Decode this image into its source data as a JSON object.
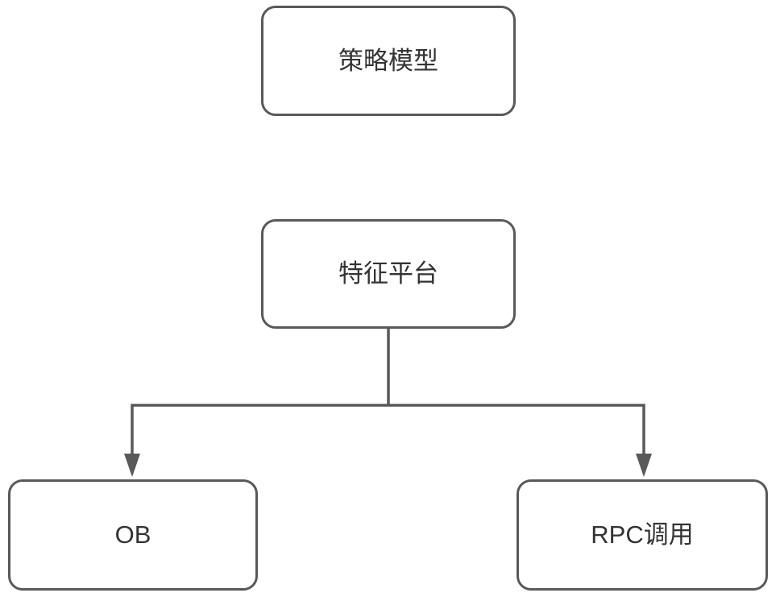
{
  "diagram": {
    "background_color": "#ffffff",
    "stroke_color": "#595959",
    "text_color": "#333333",
    "nodes": [
      {
        "id": "strategy-model",
        "label": "策略模型"
      },
      {
        "id": "feature-platform",
        "label": "特征平台"
      },
      {
        "id": "ob",
        "label": "OB"
      },
      {
        "id": "rpc-call",
        "label": "RPC调用"
      }
    ],
    "edges": [
      {
        "from": "feature-platform",
        "to": "ob",
        "arrow": "target"
      },
      {
        "from": "feature-platform",
        "to": "rpc-call",
        "arrow": "target"
      }
    ]
  }
}
